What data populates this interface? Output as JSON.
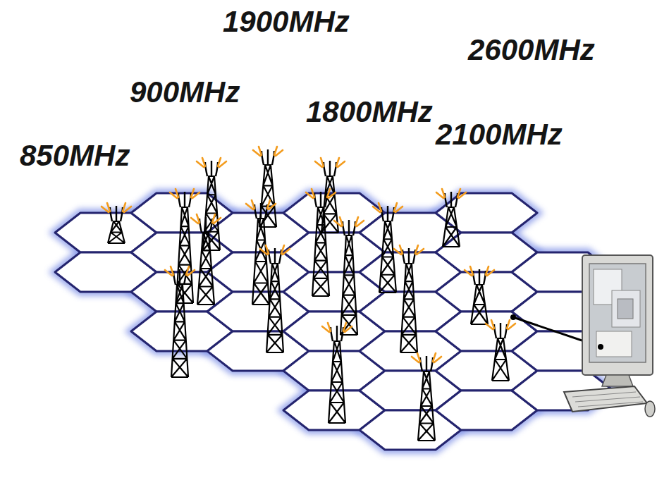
{
  "diagram": {
    "labels": [
      "1900MHz",
      "2600MHz",
      "900MHz",
      "1800MHz",
      "2100MHz",
      "850MHz"
    ]
  }
}
